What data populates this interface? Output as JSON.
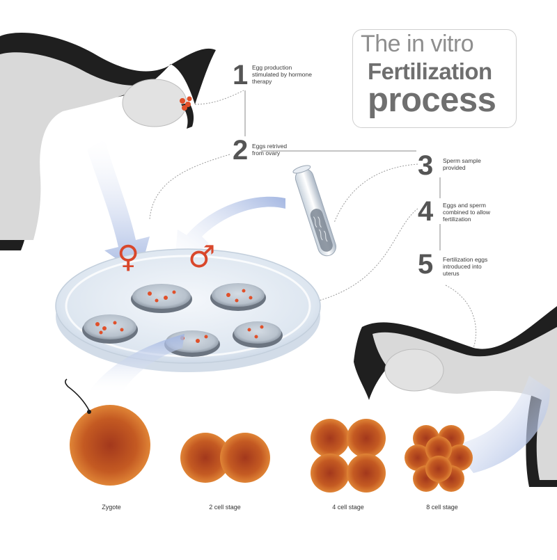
{
  "title": {
    "line1": "The in vitro",
    "line2": "Fertilization",
    "line3": "process"
  },
  "steps": [
    {
      "number": "1",
      "text": "Egg production stimulated by hormone therapy"
    },
    {
      "number": "2",
      "text": "Eggs retrived from ovary"
    },
    {
      "number": "3",
      "text": "Sperm sample provided"
    },
    {
      "number": "4",
      "text": "Eggs and sperm combined to allow fertilization"
    },
    {
      "number": "5",
      "text": "Fertilization eggs introduced into uterus"
    }
  ],
  "stages": [
    {
      "label": "Zygote"
    },
    {
      "label": "2 cell stage"
    },
    {
      "label": "4 cell stage"
    },
    {
      "label": "8 cell stage"
    }
  ],
  "symbols": {
    "female": "♀",
    "male": "♂"
  },
  "colors": {
    "organ_dark": "#1f1f1f",
    "organ_light": "#d9d9d9",
    "arrow_blue": "#b9c8e8",
    "egg_red": "#e0502a",
    "cell_orange": "#c9651f",
    "symbol_red": "#d9472b"
  }
}
